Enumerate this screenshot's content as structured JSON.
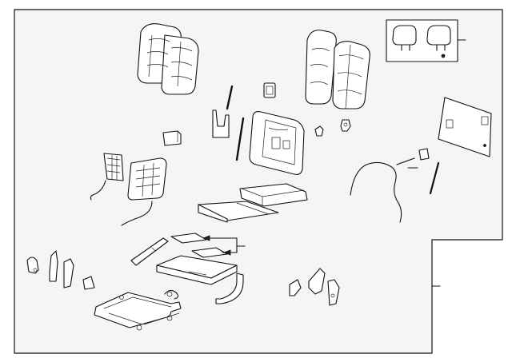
{
  "diagram": {
    "background_color": "#ffffff",
    "panel_fill": "#f5f5f5",
    "line_color": "#111111",
    "callout_count": 5,
    "parts": [
      {
        "name": "left-seatback"
      },
      {
        "name": "right-seatback"
      },
      {
        "name": "headrest-inset"
      },
      {
        "name": "rear-back-panel"
      },
      {
        "name": "seat-frame-panel"
      },
      {
        "name": "seat-cushion"
      },
      {
        "name": "upper-cushion-pad"
      },
      {
        "name": "cushion-frame"
      },
      {
        "name": "track-assembly"
      },
      {
        "name": "wiring-harness"
      }
    ]
  }
}
